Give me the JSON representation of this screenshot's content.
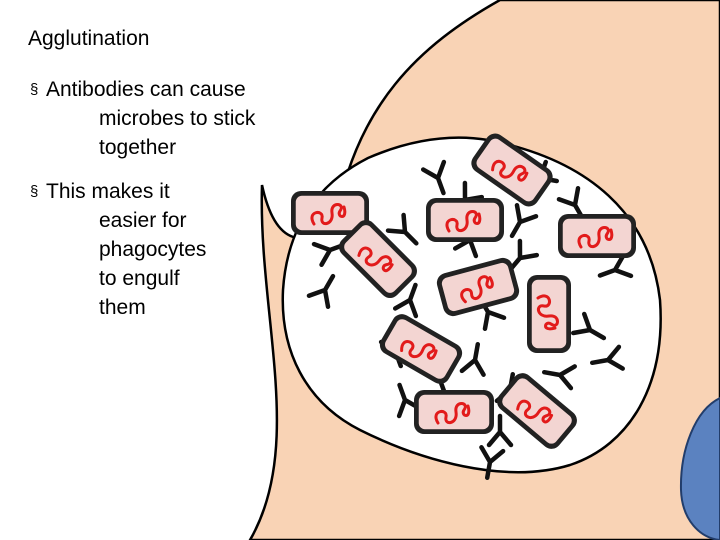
{
  "slide": {
    "title": "Agglutination",
    "bullet_marker": "§",
    "bullets": [
      {
        "first_line": "Antibodies can cause",
        "continuation": [
          "microbes to stick",
          "together"
        ]
      },
      {
        "first_line": "This makes it",
        "continuation": [
          "easier for",
          "phagocytes",
          "to engulf",
          "them"
        ]
      }
    ]
  },
  "colors": {
    "cell": "#f9d3b5",
    "nucleus": "#5b82c0",
    "microbe_fill": "#f3d5d2",
    "microbe_border": "#222222",
    "dna": "#e21b1b",
    "antibody": "#111111"
  }
}
